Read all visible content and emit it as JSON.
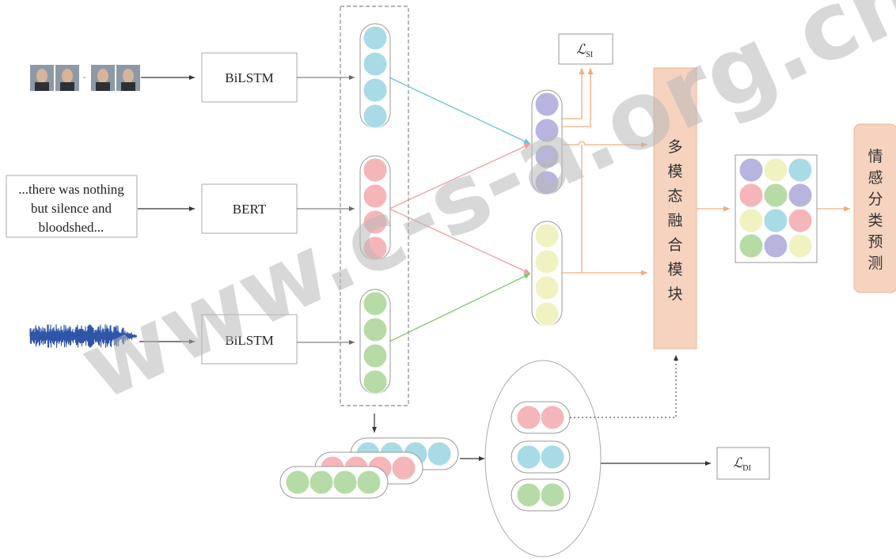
{
  "encoders": {
    "video": "BiLSTM",
    "text": "BERT",
    "audio": "BiLSTM"
  },
  "text_input": {
    "line1": "...there was nothing",
    "line2": "but silence and",
    "line3": "bloodshed..."
  },
  "losses": {
    "si_main": "ℒ",
    "si_sub": "SI",
    "di_main": "ℒ",
    "di_sub": "DI"
  },
  "fusion": {
    "chars": [
      "多",
      "模",
      "态",
      "融",
      "合",
      "模",
      "块"
    ]
  },
  "prediction": {
    "chars": [
      "情",
      "感",
      "分",
      "类",
      "预",
      "测"
    ]
  },
  "watermark": "www.c-s-a.org.cn",
  "colors": {
    "video": "#a8dbe6",
    "text": "#f5b6b9",
    "audio": "#b6dba6",
    "shared": "#b7b5df",
    "private": "#f1f2c2",
    "fusion_block": "#f6d3bf",
    "prediction_block": "#f6d3bf",
    "arrow_video": "#63c3d8",
    "arrow_text": "#f09ca0",
    "arrow_audio": "#7fc46a",
    "arrow_fusion": "#f0ad7c",
    "arrow_dark": "#333333"
  }
}
